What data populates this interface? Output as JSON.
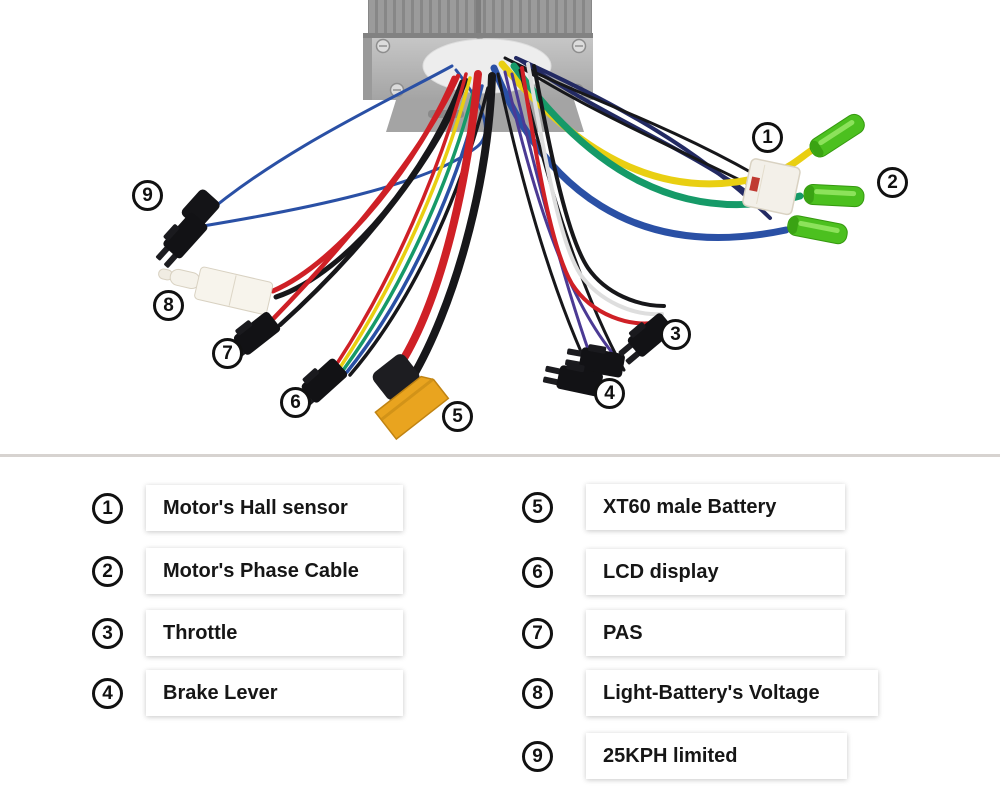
{
  "photo": {
    "description": "E-bike brushless motor controller with wiring harness fanned out, each connector tagged with a circled number",
    "markers": [
      {
        "num": "1"
      },
      {
        "num": "2"
      },
      {
        "num": "3"
      },
      {
        "num": "4"
      },
      {
        "num": "5"
      },
      {
        "num": "6"
      },
      {
        "num": "7"
      },
      {
        "num": "8"
      },
      {
        "num": "9"
      }
    ]
  },
  "legend": {
    "left": [
      {
        "num": "1",
        "text": "Motor's Hall sensor"
      },
      {
        "num": "2",
        "text": "Motor's Phase Cable"
      },
      {
        "num": "3",
        "text": "Throttle"
      },
      {
        "num": "4",
        "text": "Brake Lever"
      }
    ],
    "right": [
      {
        "num": "5",
        "text": "XT60 male Battery"
      },
      {
        "num": "6",
        "text": "LCD display"
      },
      {
        "num": "7",
        "text": "PAS"
      },
      {
        "num": "8",
        "text": "Light-Battery's Voltage"
      },
      {
        "num": "9",
        "text": "25KPH limited"
      }
    ]
  },
  "colors": {
    "wire-red": "#cf2026",
    "wire-black": "#17171a",
    "wire-blue": "#2a50a5",
    "wire-navy": "#232a63",
    "wire-green": "#169a68",
    "wire-yellow": "#e9cf12",
    "wire-white": "#dedede",
    "wire-purple": "#4b3a94",
    "connector-green": "#4cc01f",
    "xt60-yellow": "#e9a41f",
    "marker-ink": "#111111",
    "divider-gray": "#d7d3d0"
  }
}
